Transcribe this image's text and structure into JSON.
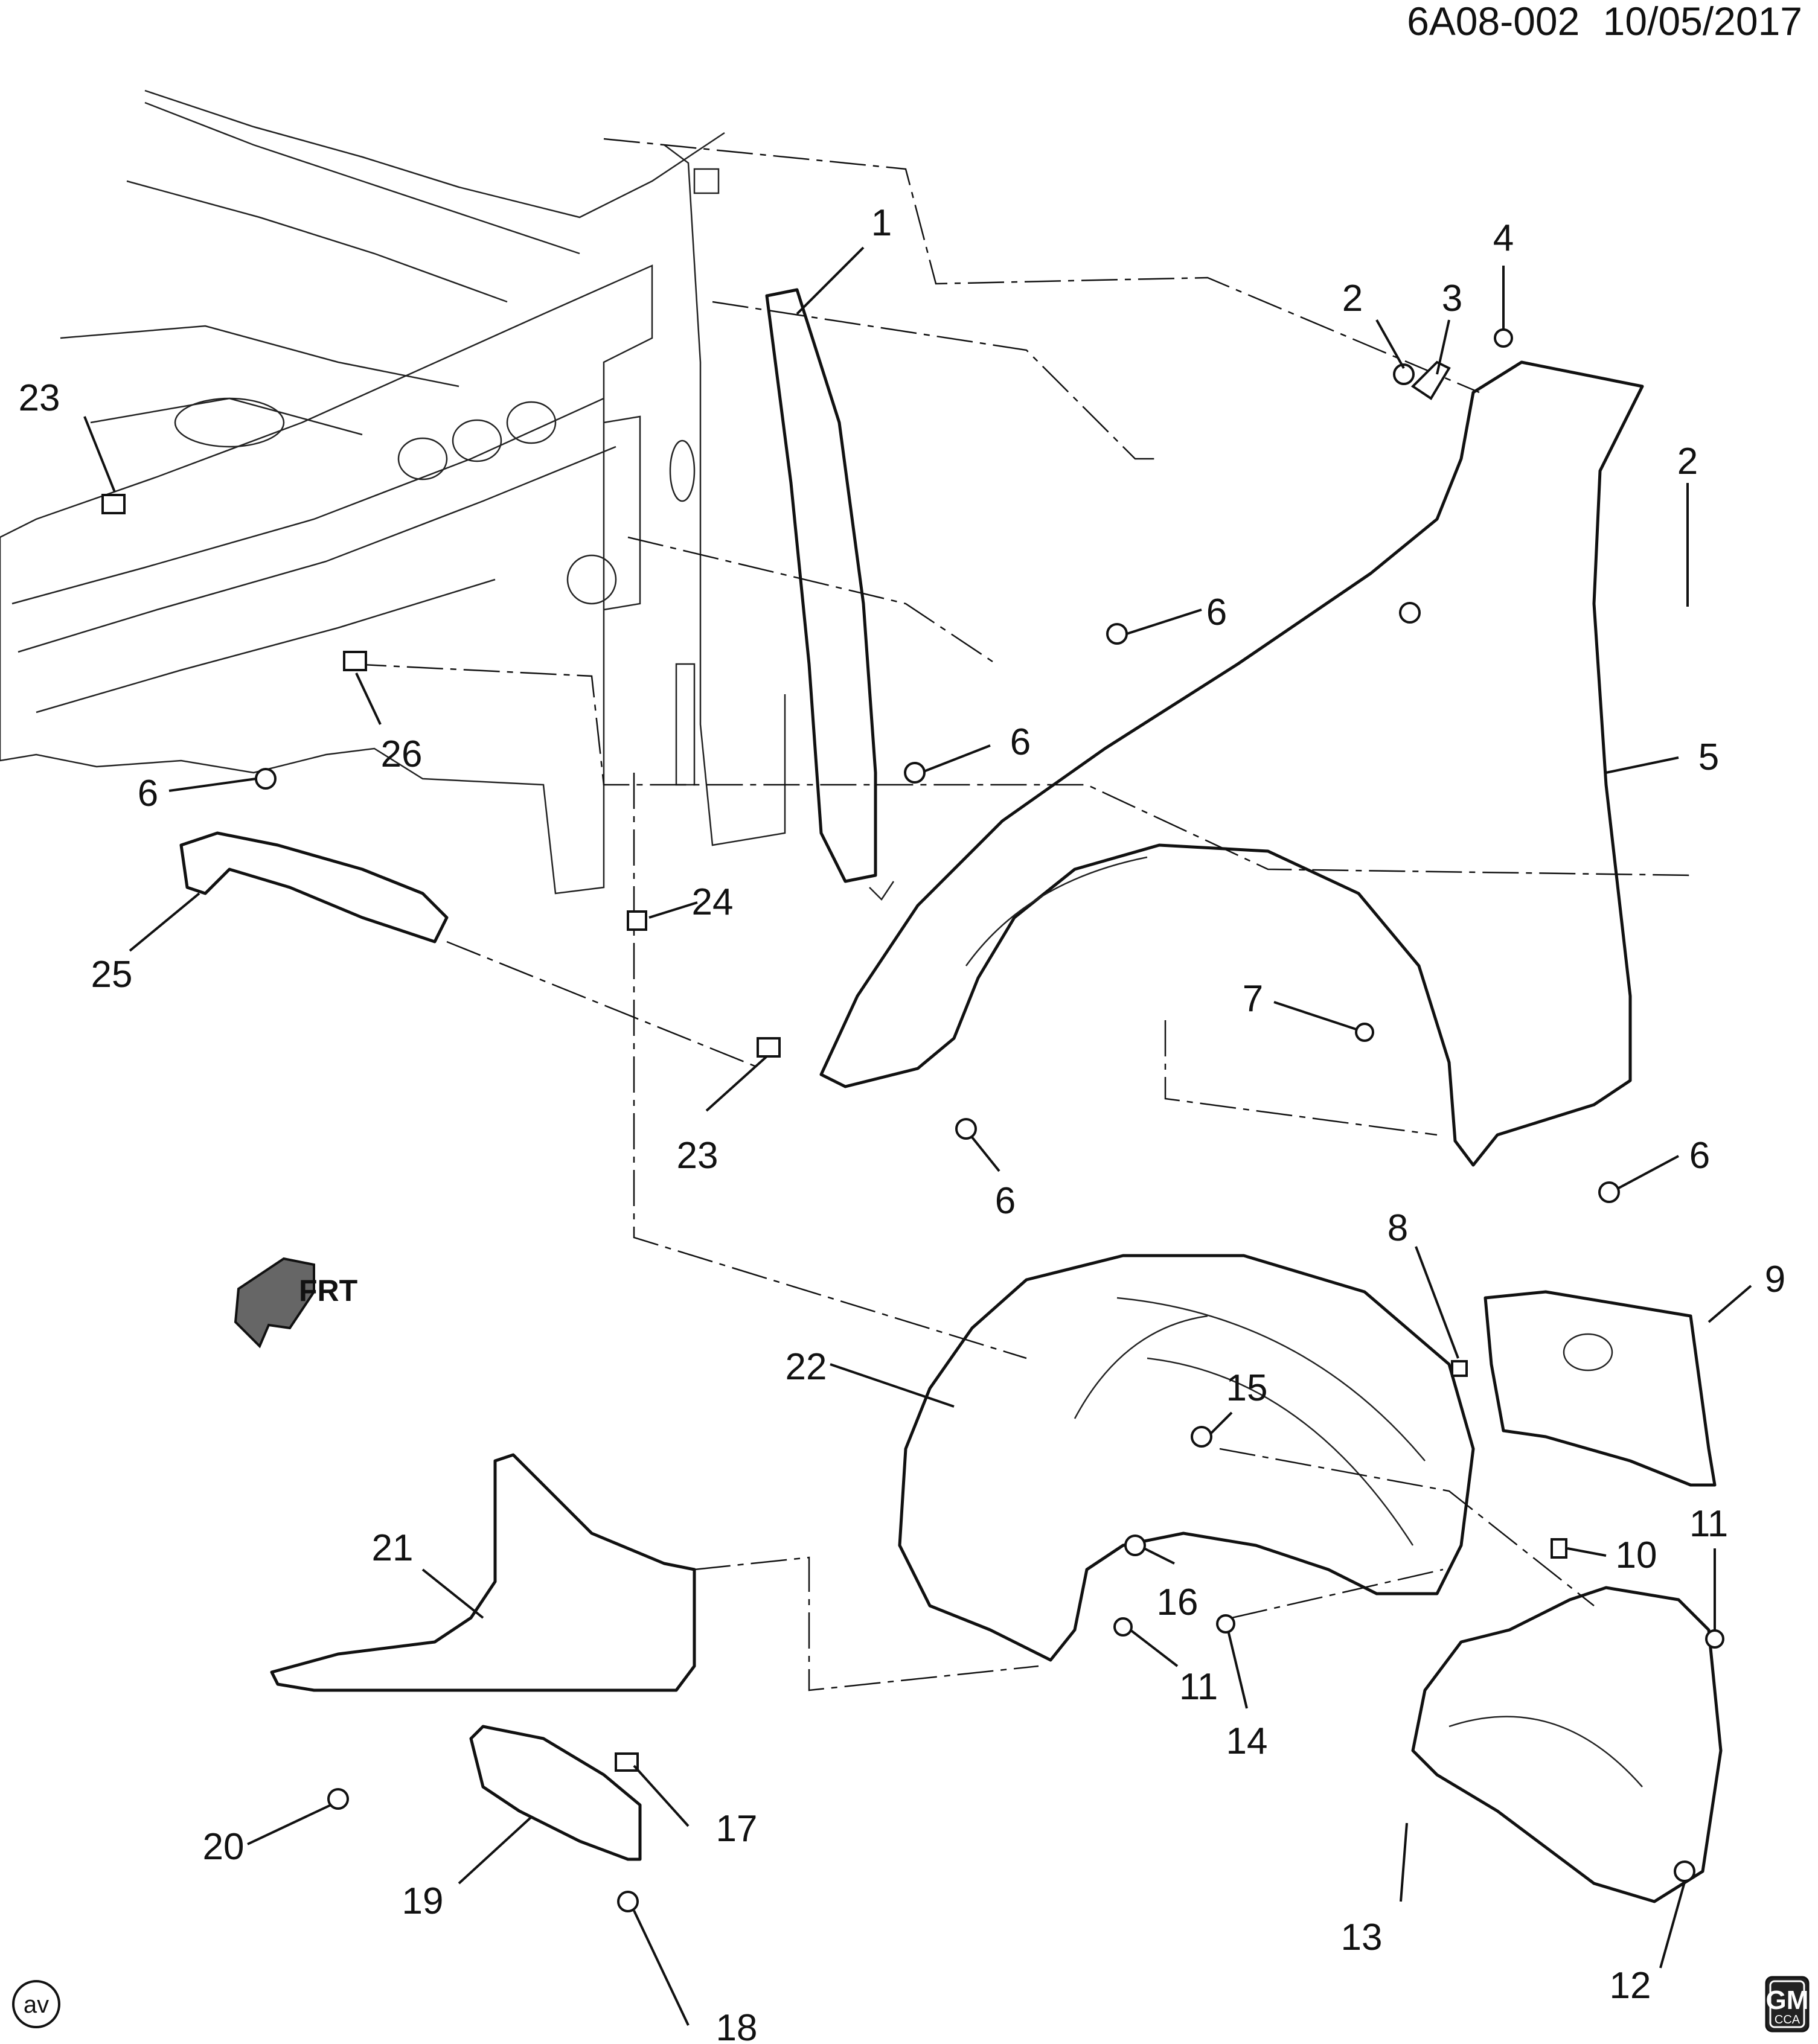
{
  "header": {
    "diagram_code": "6A08-002",
    "date": "10/05/2017"
  },
  "direction_label": "FRT",
  "corner_mark": "av",
  "logo": {
    "brand": "GM",
    "sub": "CCA"
  },
  "callouts": [
    {
      "id": "c1",
      "text": "1"
    },
    {
      "id": "c2a",
      "text": "2"
    },
    {
      "id": "c2b",
      "text": "2"
    },
    {
      "id": "c3",
      "text": "3"
    },
    {
      "id": "c4",
      "text": "4"
    },
    {
      "id": "c5",
      "text": "5"
    },
    {
      "id": "c6a",
      "text": "6"
    },
    {
      "id": "c6b",
      "text": "6"
    },
    {
      "id": "c6c",
      "text": "6"
    },
    {
      "id": "c6d",
      "text": "6"
    },
    {
      "id": "c6e",
      "text": "6"
    },
    {
      "id": "c7",
      "text": "7"
    },
    {
      "id": "c8",
      "text": "8"
    },
    {
      "id": "c9",
      "text": "9"
    },
    {
      "id": "c10",
      "text": "10"
    },
    {
      "id": "c11a",
      "text": "11"
    },
    {
      "id": "c11b",
      "text": "11"
    },
    {
      "id": "c12",
      "text": "12"
    },
    {
      "id": "c13",
      "text": "13"
    },
    {
      "id": "c14",
      "text": "14"
    },
    {
      "id": "c15",
      "text": "15"
    },
    {
      "id": "c16",
      "text": "16"
    },
    {
      "id": "c17",
      "text": "17"
    },
    {
      "id": "c18",
      "text": "18"
    },
    {
      "id": "c19",
      "text": "19"
    },
    {
      "id": "c20",
      "text": "20"
    },
    {
      "id": "c21",
      "text": "21"
    },
    {
      "id": "c22",
      "text": "22"
    },
    {
      "id": "c23a",
      "text": "23"
    },
    {
      "id": "c23b",
      "text": "23"
    },
    {
      "id": "c24",
      "text": "24"
    },
    {
      "id": "c25",
      "text": "25"
    },
    {
      "id": "c26",
      "text": "26"
    }
  ]
}
